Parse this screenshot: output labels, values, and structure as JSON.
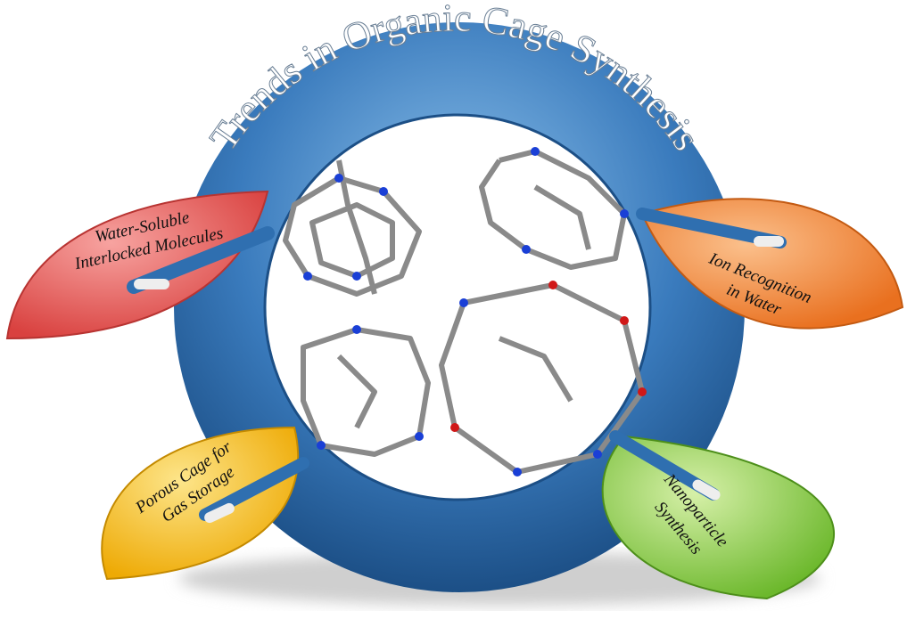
{
  "title": "Trends in Organic Cage Synthesis",
  "leaves": [
    {
      "lines": [
        "Water-Soluble",
        "Interlocked Molecules"
      ],
      "color": "#e4605f"
    },
    {
      "lines": [
        "Ion Recognition",
        "in Water"
      ],
      "color": "#f08a3a"
    },
    {
      "lines": [
        "Porous Cage for",
        "Gas Storage"
      ],
      "color": "#f5c118"
    },
    {
      "lines": [
        "Nanoparticle",
        "Synthesis"
      ],
      "color": "#8fcf4a"
    }
  ],
  "colors": {
    "ring": "#2f6fb0",
    "ring_light": "#6aa6dc",
    "bond": "#8a8a8a",
    "nitrogen": "#1a3fd6",
    "oxygen": "#d01818"
  }
}
